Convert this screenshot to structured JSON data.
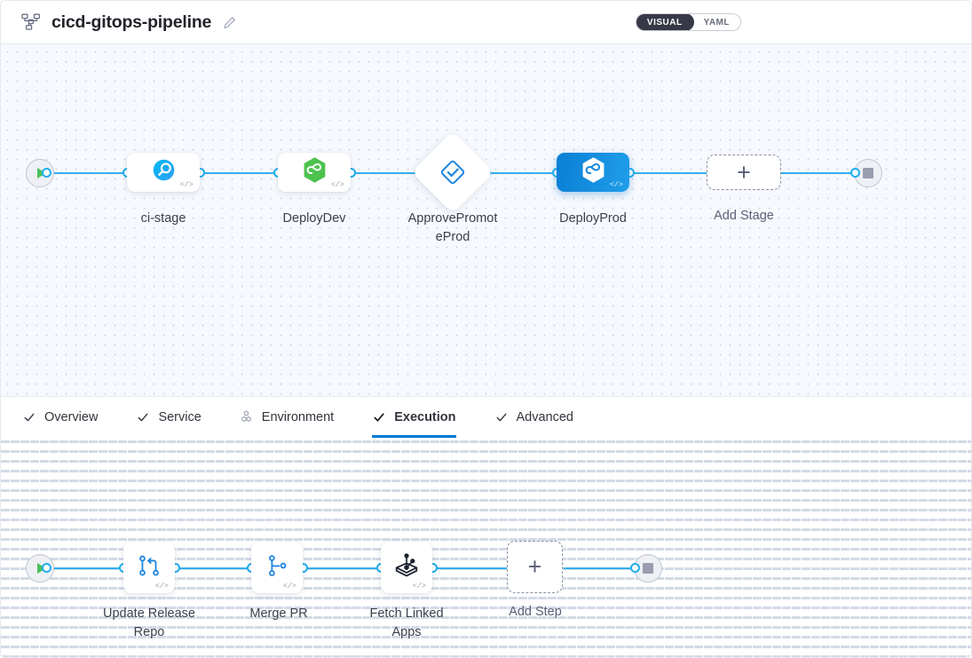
{
  "header": {
    "icon": "pipeline-hierarchy-icon",
    "title": "cicd-gitops-pipeline",
    "edit_icon": "pencil-icon",
    "view_toggle": {
      "options": [
        "VISUAL",
        "YAML"
      ],
      "selected": "VISUAL"
    }
  },
  "stage_graph": {
    "start_node": {
      "icon": "play-icon",
      "label": ""
    },
    "end_node": {
      "icon": "stop-icon",
      "label": ""
    },
    "stages": [
      {
        "name": "ci-stage",
        "type": "ci",
        "icon": "harness-ci-icon",
        "shape": "rounded-rect",
        "selected": false,
        "code_badge": "</>"
      },
      {
        "name": "DeployDev",
        "type": "cd",
        "icon": "harness-cd-icon",
        "shape": "rounded-rect",
        "selected": false,
        "code_badge": "</>"
      },
      {
        "name": "ApprovePromot\neProd",
        "type": "approval",
        "icon": "approval-diamond-icon",
        "shape": "diamond",
        "selected": false,
        "code_badge": ""
      },
      {
        "name": "DeployProd",
        "type": "cd",
        "icon": "harness-cd-icon",
        "shape": "rounded-rect",
        "selected": true,
        "code_badge": "</>"
      }
    ],
    "add_stage": {
      "label": "Add Stage",
      "icon": "plus-icon"
    }
  },
  "tabs": [
    {
      "label": "Overview",
      "icon": "check-icon",
      "active": false
    },
    {
      "label": "Service",
      "icon": "check-icon",
      "active": false
    },
    {
      "label": "Environment",
      "icon": "hexagon-cluster-icon",
      "active": false
    },
    {
      "label": "Execution",
      "icon": "check-icon",
      "active": true
    },
    {
      "label": "Advanced",
      "icon": "check-icon",
      "active": false
    }
  ],
  "step_graph": {
    "start_node": {
      "icon": "play-icon"
    },
    "end_node": {
      "icon": "stop-icon"
    },
    "steps": [
      {
        "name": "Update Release\nRepo",
        "icon": "git-update-release-repo-icon",
        "code_badge": "</>"
      },
      {
        "name": "Merge PR",
        "icon": "git-branch-merge-icon",
        "code_badge": "</>"
      },
      {
        "name": "Fetch Linked\nApps",
        "icon": "argo-cd-icon",
        "code_badge": "</>"
      }
    ],
    "add_step": {
      "label": "Add Step",
      "icon": "plus-icon"
    }
  },
  "colors": {
    "accent_blue": "#0278d5",
    "edge_blue": "#30b0ee",
    "selected_node": "#0b7fd4",
    "cd_green": "#47b749",
    "start_green": "#4dbf5c",
    "canvas_bg": "#f6f9fd",
    "toggle_active_bg": "#383946"
  }
}
